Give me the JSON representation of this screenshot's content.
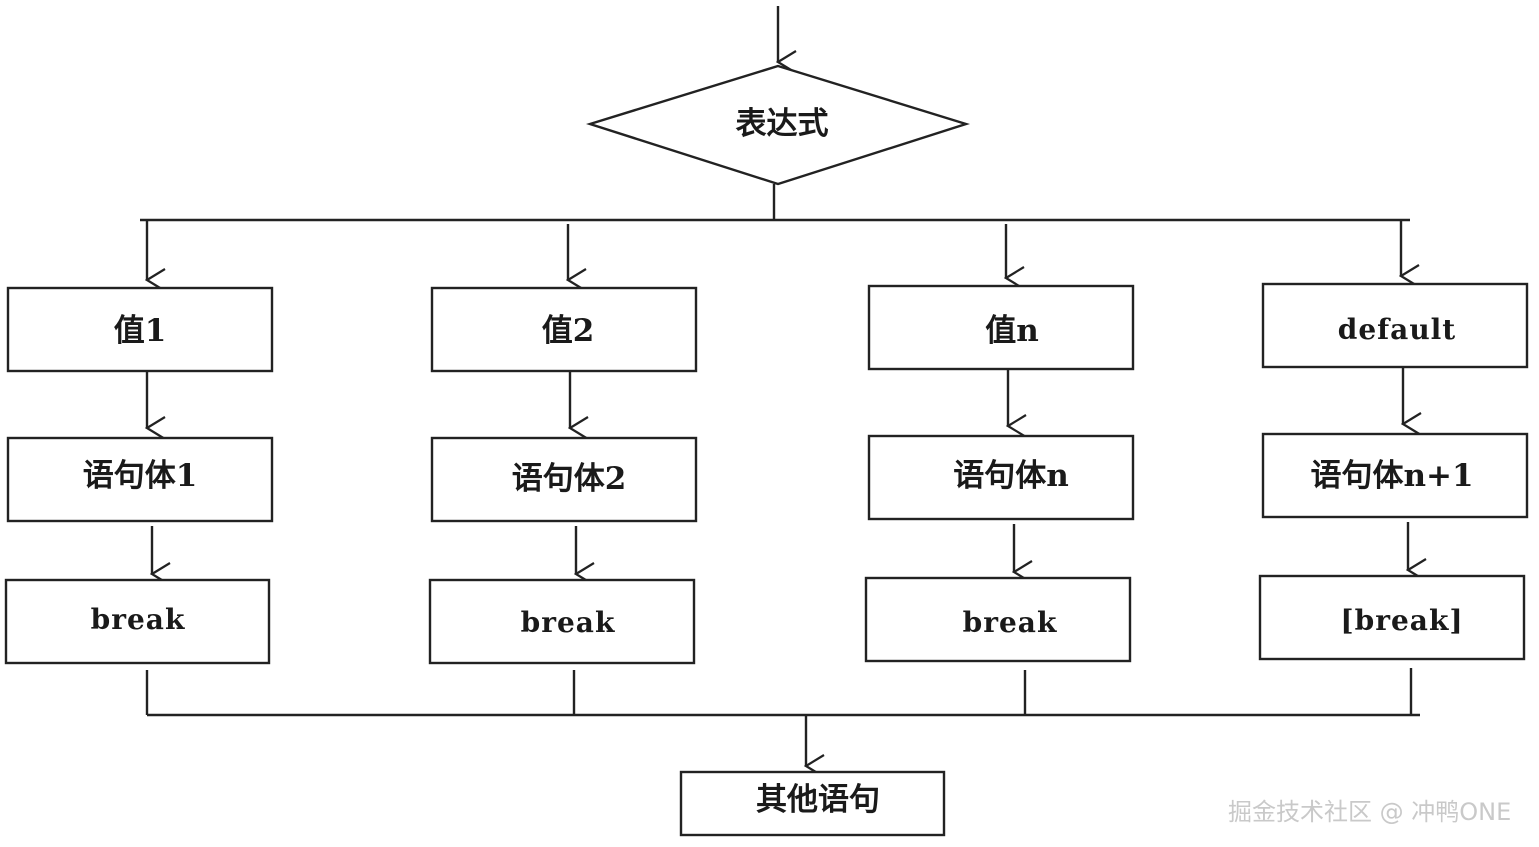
{
  "expression": "表达式",
  "branches": [
    {
      "value": "值1",
      "statement": "语句体1",
      "break": "break"
    },
    {
      "value": "值2",
      "statement": "语句体2",
      "break": "break"
    },
    {
      "value": "值n",
      "statement": "语句体n",
      "break": "break"
    },
    {
      "value": "default",
      "statement": "语句体n+1",
      "break": "[break]"
    }
  ],
  "other": "其他语句",
  "watermark": "掘金技术社区 @ 冲鸭ONE"
}
